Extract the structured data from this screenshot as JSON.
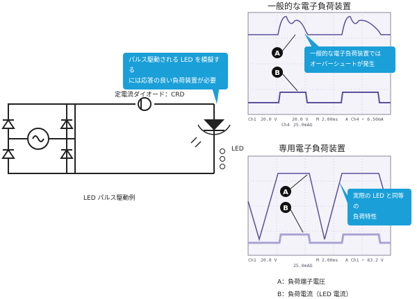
{
  "titles": {
    "general": "一般的な電子負荷装置",
    "dedicated": "専用電子負荷装置"
  },
  "circuit": {
    "crd_label": "定電流ダイオード：CRD",
    "led_label": "LED",
    "caption": "LED パルス駆動例"
  },
  "callouts": {
    "main": [
      "パルス駆動される LED を模擬する",
      "には応答の良い負荷装置が必要"
    ],
    "general": [
      "一般的な電子負荷装置では",
      "オーバーシュートが発生"
    ],
    "dedicated": [
      "実際の LED と同等の",
      "負荷特性"
    ]
  },
  "markers": {
    "a": "A",
    "b": "B"
  },
  "scope_top": {
    "ch1": "Ch1",
    "ch1_scale": "20.0 V",
    "math": "20.0 V",
    "time": "M 2.00ms",
    "trig": "A  Ch4  ⌐  6.50mA",
    "ch4": "Ch4",
    "ch4_scale": "25.0mAΩ"
  },
  "scope_bottom": {
    "ch1": "Ch1",
    "ch1_scale": "20.0 V",
    "time": "M 2.00ms",
    "trig": "A  Ch1  ⌐  83.2 V",
    "ch4_scale": "25.0mAΩ"
  },
  "legend": {
    "a": "A：負荷端子電圧",
    "b": "B：負荷電流（LED 電流）"
  },
  "colors": {
    "accent": "#1a9fd8",
    "wave": "#5a4f9a"
  }
}
